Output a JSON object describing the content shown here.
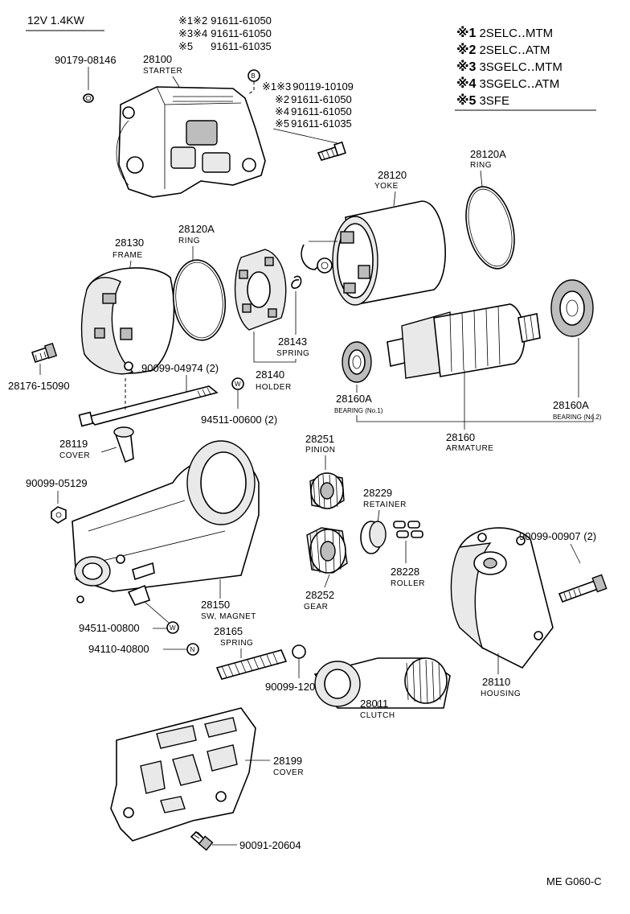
{
  "header": {
    "title": "12V  1.4KW"
  },
  "legend": [
    {
      "mark": "※1",
      "text": "2SELC‥MTM"
    },
    {
      "mark": "※2",
      "text": "2SELC‥ATM"
    },
    {
      "mark": "※3",
      "text": "3SGELC‥MTM"
    },
    {
      "mark": "※4",
      "text": "3SGELC‥ATM"
    },
    {
      "mark": "※5",
      "text": "3SFE"
    }
  ],
  "callouts": {
    "top_right_group": [
      {
        "mark": "※1※2",
        "number": "91611-61050"
      },
      {
        "mark": "※3※4",
        "number": "91611-61050"
      },
      {
        "mark": "※5",
        "number": "91611-61035"
      }
    ],
    "b_group": [
      {
        "mark": "※1※3",
        "number": "90119-10109"
      },
      {
        "mark": "※2",
        "number": "91611-61050"
      },
      {
        "mark": "※4",
        "number": "91611-61050"
      },
      {
        "mark": "※5",
        "number": "91611-61035"
      }
    ],
    "b_marker": "B",
    "w_marker": "W",
    "n_marker": "N"
  },
  "parts": {
    "p90179": {
      "number": "90179-08146"
    },
    "p28100": {
      "number": "28100",
      "name": "STARTER"
    },
    "p28120A_top": {
      "number": "28120A",
      "name": "RING"
    },
    "p28120": {
      "number": "28120",
      "name": "YOKE"
    },
    "p28130": {
      "number": "28130",
      "name": "FRAME"
    },
    "p28120A_mid": {
      "number": "28120A",
      "name": "RING"
    },
    "p28143": {
      "number": "28143",
      "name": "SPRING"
    },
    "p28140": {
      "number": "28140",
      "name": "HOLDER"
    },
    "p28176": {
      "number": "28176-15090"
    },
    "p90099_04974": {
      "number": "90099-04974 (2)"
    },
    "p94511_00600": {
      "number": "94511-00600 (2)"
    },
    "p28160A_left": {
      "number": "28160A",
      "name": "BEARING (No.1)"
    },
    "p28160A_right": {
      "number": "28160A",
      "name": "BEARING (No.2)"
    },
    "p28160": {
      "number": "28160",
      "name": "ARMATURE"
    },
    "p28119": {
      "number": "28119",
      "name": "COVER"
    },
    "p28251": {
      "number": "28251",
      "name": "PINION"
    },
    "p90099_05129": {
      "number": "90099-05129"
    },
    "p28229": {
      "number": "28229",
      "name": "RETAINER"
    },
    "p90099_00907": {
      "number": "90099-00907 (2)"
    },
    "p28228": {
      "number": "28228",
      "name": "ROLLER"
    },
    "p28252": {
      "number": "28252",
      "name": "GEAR"
    },
    "p28150": {
      "number": "28150",
      "name": "SW, MAGNET"
    },
    "p94511_00800": {
      "number": "94511-00800"
    },
    "p94110_40800": {
      "number": "94110-40800"
    },
    "p28165": {
      "number": "28165",
      "name": "SPRING"
    },
    "p28110": {
      "number": "28110",
      "name": "HOUSING"
    },
    "p90099_12009": {
      "number": "90099-12009"
    },
    "p28011": {
      "number": "28011",
      "name": "CLUTCH"
    },
    "p28199": {
      "number": "28199",
      "name": "COVER"
    },
    "p90091_20604": {
      "number": "90091-20604"
    }
  },
  "footer": {
    "code": "ME  G060-C"
  }
}
